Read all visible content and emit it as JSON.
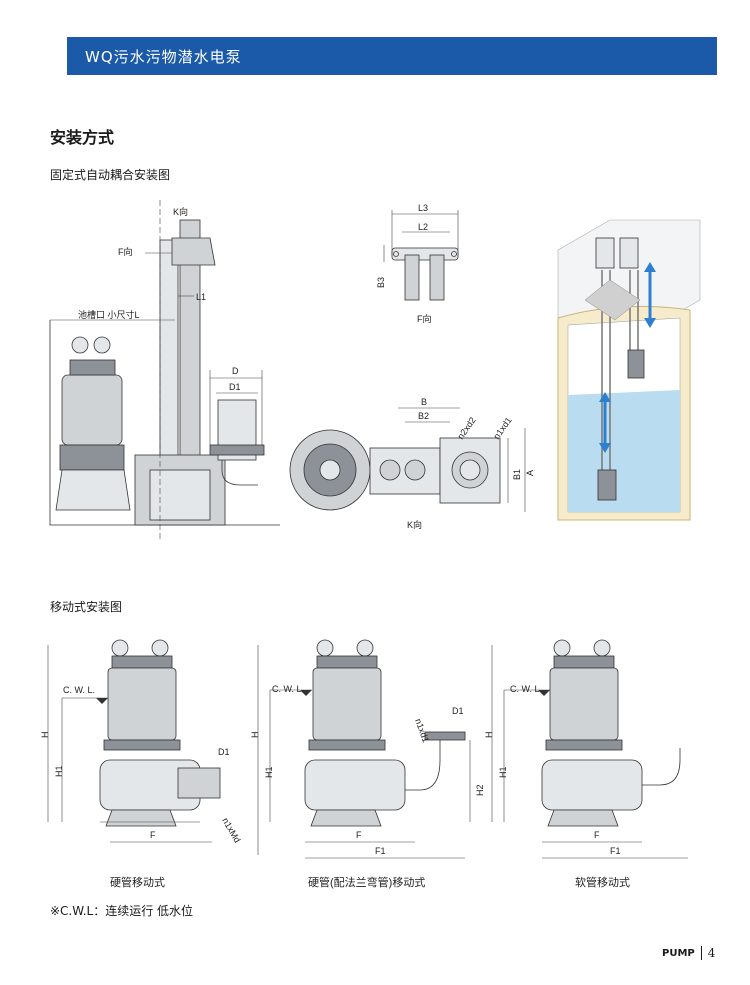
{
  "header": {
    "title": "WQ污水污物潜水电泵"
  },
  "section": {
    "title": "安装方式",
    "fixed_title": "固定式自动耦合安装图",
    "mobile_title": "移动式安装图"
  },
  "fixed_labels": {
    "k_view": "K向",
    "f_view": "F向",
    "l1": "L1",
    "pit": "池槽口  小尺寸L",
    "d": "D",
    "d1": "D1",
    "l3": "L3",
    "l2": "L2",
    "b3": "B3",
    "f_view_2": "F向",
    "b": "B",
    "b2": "B2",
    "n2xd2": "n2xd2",
    "n1xd1": "n1xd1",
    "b1": "B1",
    "a": "A",
    "k_view_2": "K向"
  },
  "mobile": [
    {
      "caption": "硬管移动式",
      "cwl": "C. W. L.",
      "h": "H",
      "h1": "H1",
      "d1": "D1",
      "f": "F",
      "n1xmd": "n1xMd"
    },
    {
      "caption": "硬管(配法兰弯管)移动式",
      "cwl": "C. W. L.",
      "h": "H",
      "h1": "H1",
      "h2": "H2",
      "n1xd1": "n1xd1",
      "d1": "D1",
      "f": "F",
      "f1": "F1"
    },
    {
      "caption": "软管移动式",
      "cwl": "C. W. L.",
      "h": "H",
      "h1": "H1",
      "f": "F",
      "f1": "F1"
    }
  ],
  "footnote": "※C.W.L：连续运行   低水位",
  "footer": {
    "brand": "PUMP",
    "page": "4"
  }
}
